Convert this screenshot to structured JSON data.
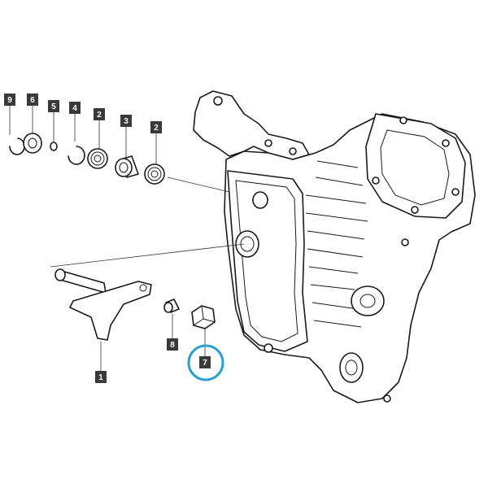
{
  "diagram": {
    "callouts": [
      {
        "label": "9",
        "part": "circlip"
      },
      {
        "label": "6",
        "part": "seal"
      },
      {
        "label": "5",
        "part": "small-ring"
      },
      {
        "label": "4",
        "part": "snap-ring"
      },
      {
        "label": "2",
        "part": "bearing-left"
      },
      {
        "label": "3",
        "part": "bushing"
      },
      {
        "label": "2",
        "part": "bearing-right"
      },
      {
        "label": "1",
        "part": "lever-shaft"
      },
      {
        "label": "8",
        "part": "pin"
      },
      {
        "label": "7",
        "part": "nut",
        "highlighted": true
      }
    ],
    "highlight_color": "#2a9fd6",
    "line_color": "#1a1a1a",
    "callout_fill": "#3a3a3a"
  }
}
